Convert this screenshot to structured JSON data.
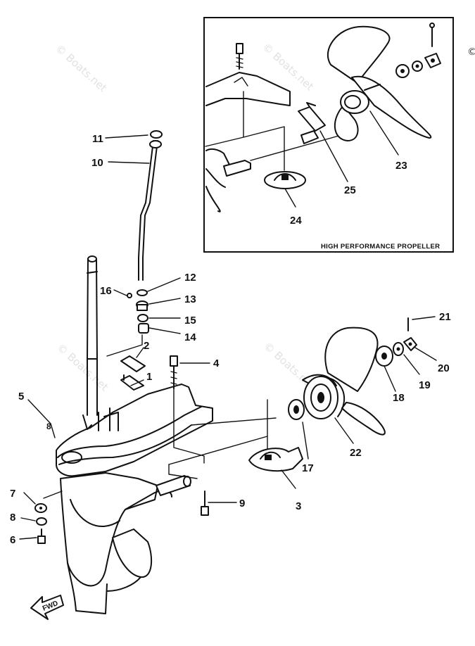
{
  "inset": {
    "title": "HIGH PERFORMANCE PROPELLER"
  },
  "watermarks": [
    "© Boats.net",
    "© Boats.net",
    "© Boats.net",
    "© Boats.net",
    "©"
  ],
  "fwd_label": "FWD",
  "callouts": {
    "c1": "1",
    "c2": "2",
    "c3": "3",
    "c4": "4",
    "c5": "5",
    "c6": "6",
    "c7": "7",
    "c8": "8",
    "c9": "9",
    "c10": "10",
    "c11": "11",
    "c12": "12",
    "c13": "13",
    "c14": "14",
    "c15": "15",
    "c16": "16",
    "c17": "17",
    "c18": "18",
    "c19": "19",
    "c20": "20",
    "c21": "21",
    "c22": "22",
    "c23": "23",
    "c24": "24",
    "c25": "25",
    "c5b": "8"
  }
}
